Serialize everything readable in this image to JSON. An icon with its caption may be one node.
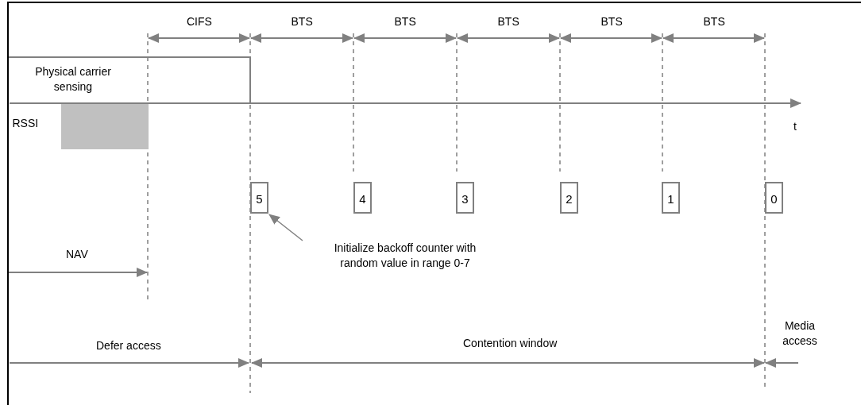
{
  "diagram": {
    "nodes": [
      {
        "text": [
          "5"
        ]
      },
      {
        "text": [
          "4"
        ]
      },
      {
        "text": [
          "3"
        ]
      },
      {
        "text": [
          "2"
        ]
      },
      {
        "text": [
          "1"
        ]
      },
      {
        "text": [
          "0"
        ]
      },
      {
        "text": [
          "Initialize backoff counter with random value in range 0-7"
        ]
      },
      {
        "text": [],
        "shape": "box"
      }
    ],
    "edges": [
      {
        "from": 6,
        "to": 0,
        "arrow": "to"
      }
    ],
    "labels": [
      "CIFS",
      "BTS",
      "BTS",
      "BTS",
      "BTS",
      "BTS",
      "Physical carrier sensing",
      "RSSI",
      "t",
      "NAV",
      "Defer access",
      "Contention window",
      "Media access"
    ]
  }
}
